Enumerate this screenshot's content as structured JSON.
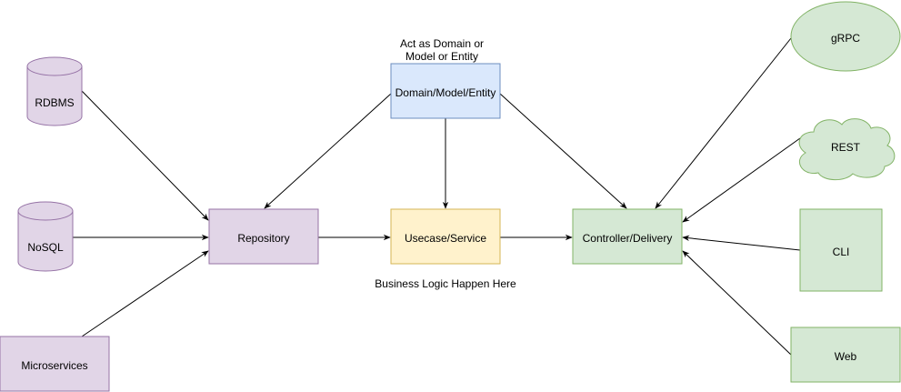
{
  "colors": {
    "purple_fill": "#e1d5e7",
    "purple_stroke": "#9673a6",
    "blue_fill": "#dae8fc",
    "blue_stroke": "#6c8ebf",
    "yellow_fill": "#fff2cc",
    "yellow_stroke": "#d6b656",
    "green_fill": "#d5e8d4",
    "green_stroke": "#82b366",
    "edge": "#000000"
  },
  "nodes": {
    "rdbms": "RDBMS",
    "nosql": "NoSQL",
    "microservices": "Microservices",
    "repository": "Repository",
    "domain": "Domain/Model/Entity",
    "usecase": "Usecase/Service",
    "controller": "Controller/Delivery",
    "grpc": "gRPC",
    "rest": "REST",
    "cli": "CLI",
    "web": "Web"
  },
  "annotations": {
    "domain_note_line1": "Act as Domain or",
    "domain_note_line2": "Model or Entity",
    "usecase_note": "Business Logic Happen Here"
  }
}
